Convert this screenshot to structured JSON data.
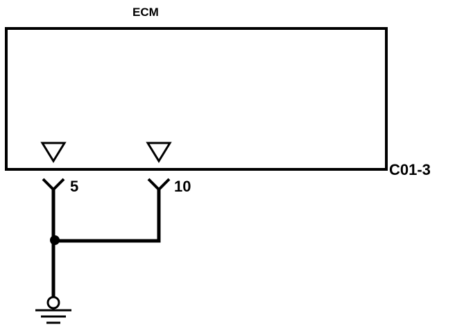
{
  "module": {
    "name": "ECM",
    "connector": "C01-3"
  },
  "pins": [
    {
      "number": "5"
    },
    {
      "number": "10"
    }
  ],
  "ground": {
    "icon": "ground-icon"
  },
  "colors": {
    "line": "#000000",
    "background": "#ffffff"
  }
}
